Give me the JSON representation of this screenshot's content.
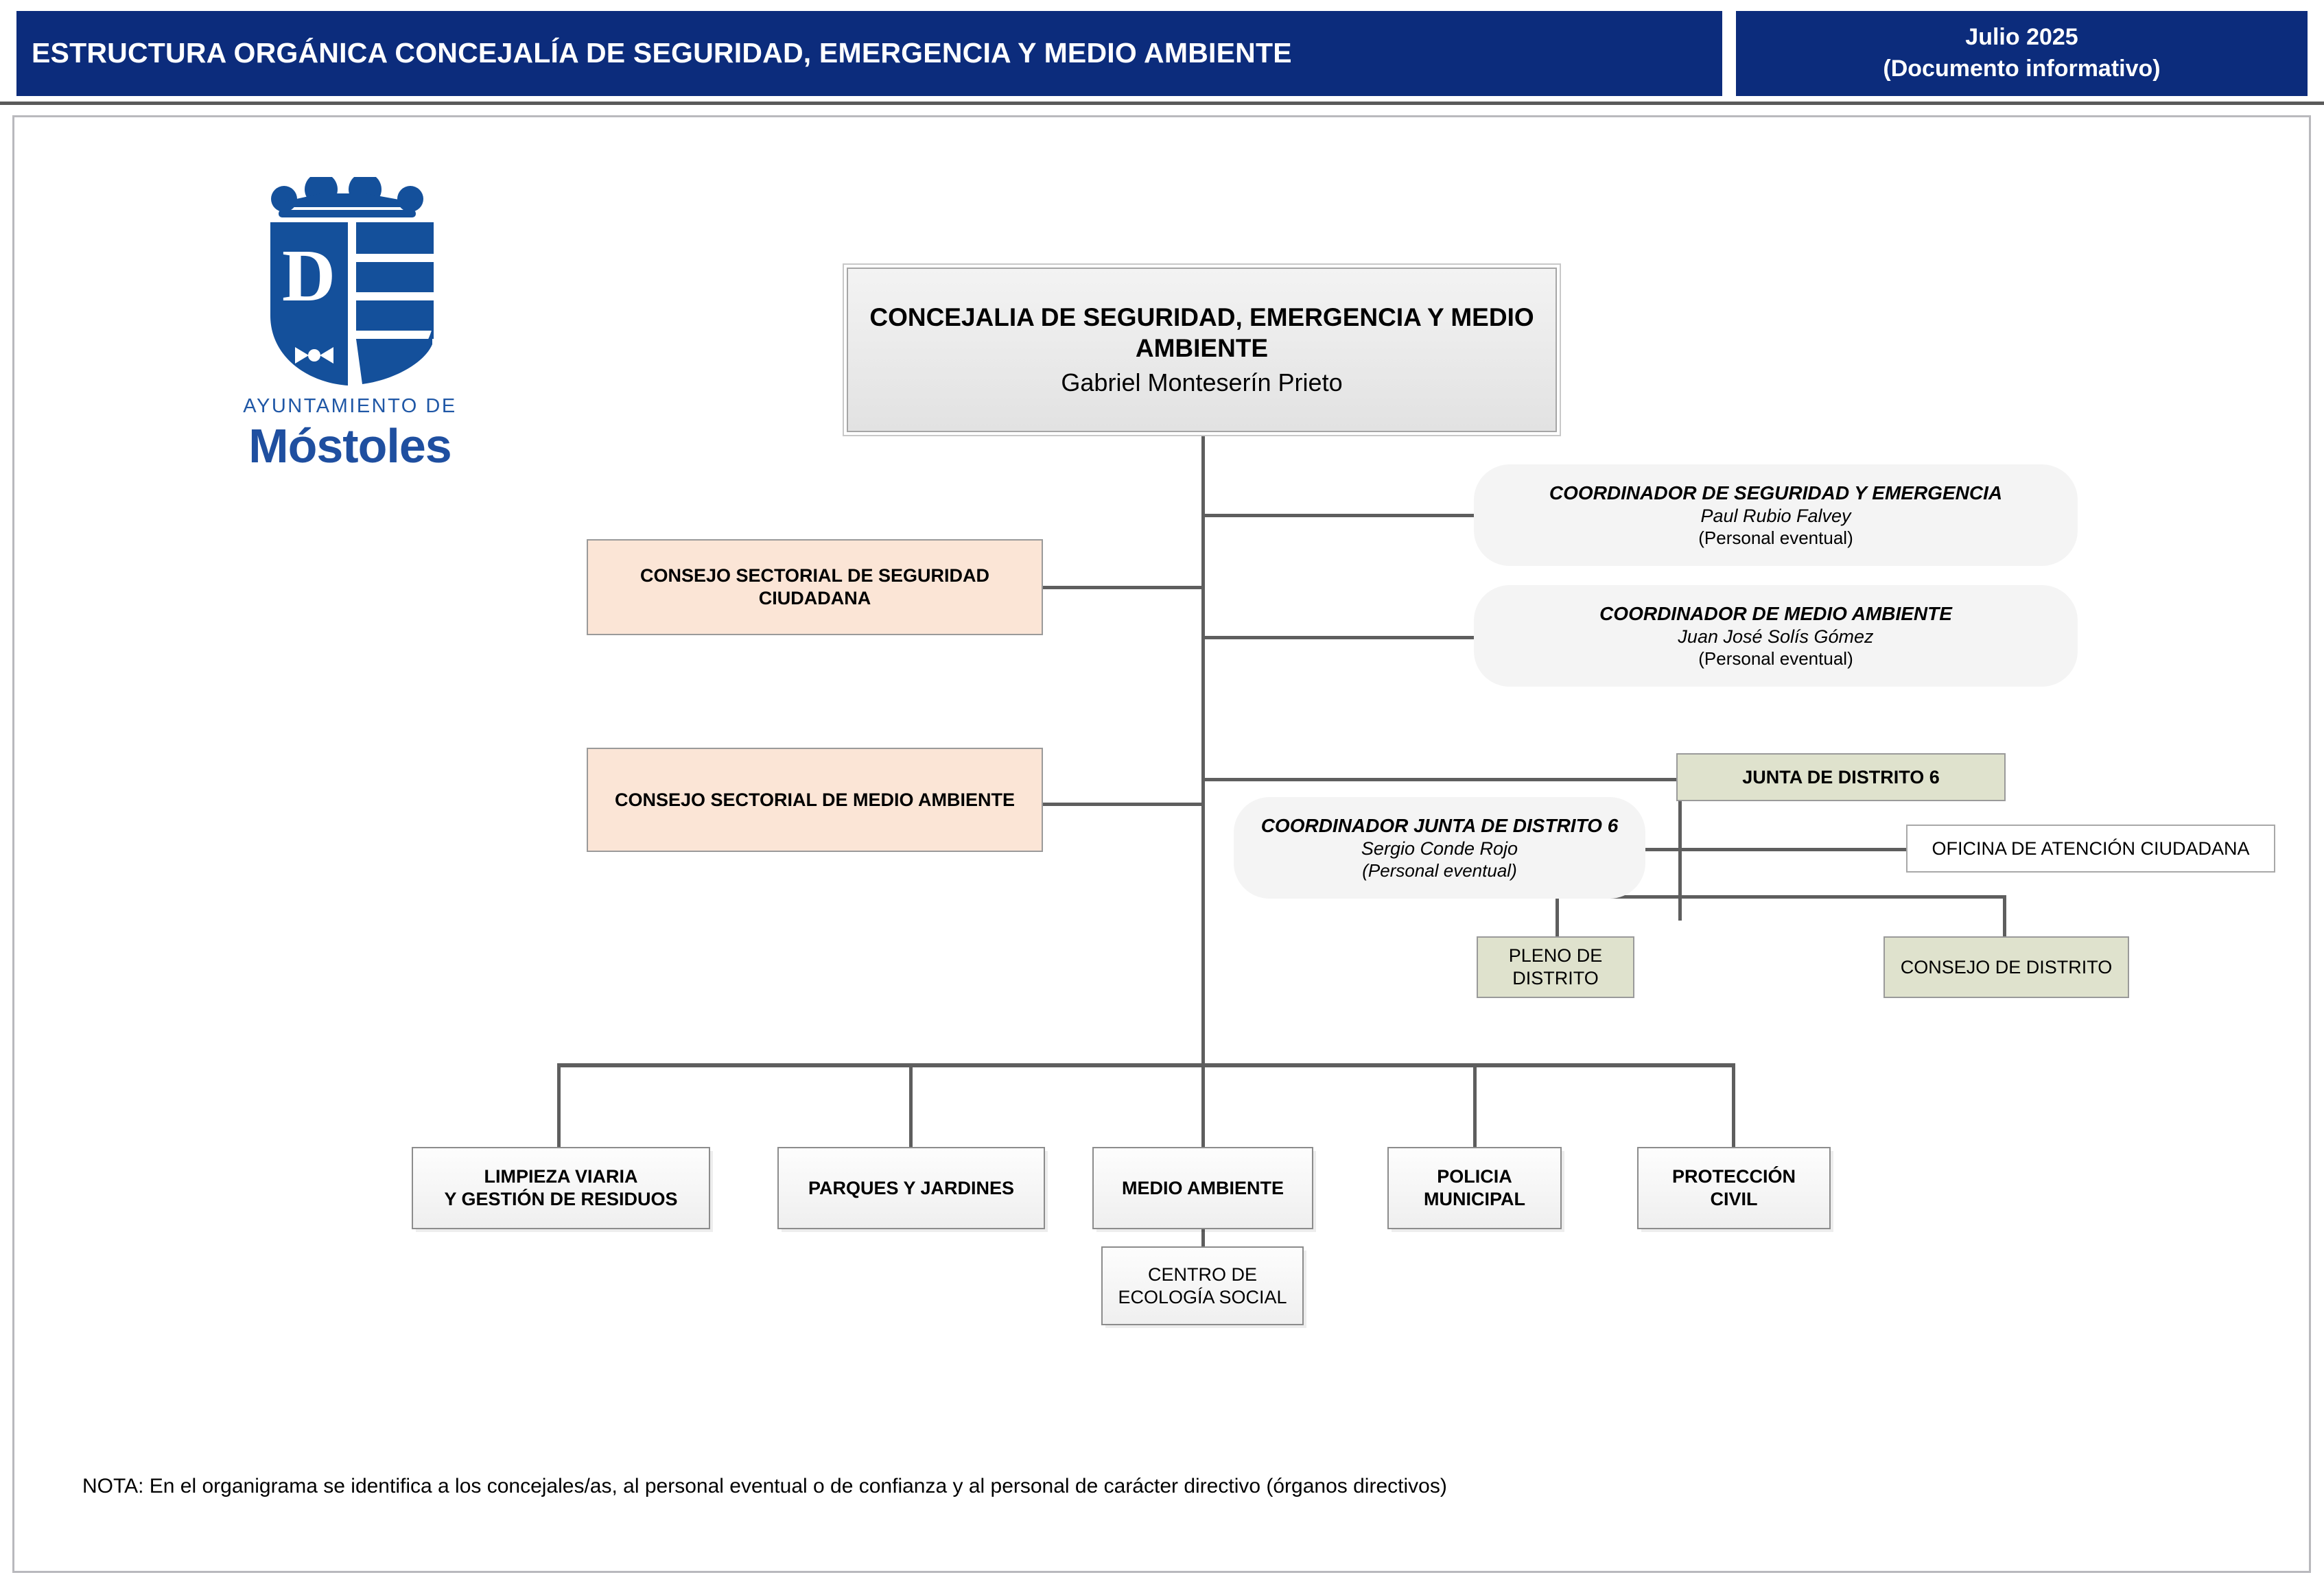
{
  "header": {
    "title": "ESTRUCTURA ORGÁNICA CONCEJALÍA DE SEGURIDAD, EMERGENCIA Y MEDIO AMBIENTE",
    "date": "Julio 2025",
    "subtitle": "(Documento informativo)",
    "bg_color": "#0c2c7c"
  },
  "logo": {
    "line1": "AYUNTAMIENTO DE",
    "line2": "Móstoles",
    "color": "#1f4fa0"
  },
  "org": {
    "root": {
      "title": "CONCEJALIA DE SEGURIDAD, EMERGENCIA Y MEDIO AMBIENTE",
      "person": "Gabriel Monteserín Prieto"
    },
    "councils": [
      {
        "label": "CONSEJO SECTORIAL DE SEGURIDAD CIUDADANA",
        "color": "#fbe5d6"
      },
      {
        "label": "CONSEJO SECTORIAL DE MEDIO AMBIENTE",
        "color": "#fbe5d6"
      }
    ],
    "coordinators": [
      {
        "title": "COORDINADOR DE SEGURIDAD Y EMERGENCIA",
        "person": "Paul Rubio Falvey",
        "staff": "(Personal eventual)"
      },
      {
        "title": "COORDINADOR DE MEDIO AMBIENTE",
        "person": "Juan José Solís Gómez",
        "staff": "(Personal eventual)"
      },
      {
        "title": "COORDINADOR JUNTA DE DISTRITO 6",
        "person": "Sergio Conde Rojo",
        "staff": "(Personal eventual)"
      }
    ],
    "district": {
      "board": "JUNTA DE DISTRITO 6",
      "office": "OFICINA DE ATENCIÓN CIUDADANA",
      "children": [
        {
          "label": "PLENO DE DISTRITO"
        },
        {
          "label": "CONSEJO DE DISTRITO"
        }
      ],
      "color": "#dfe2cd"
    },
    "departments": [
      {
        "line1": "LIMPIEZA VIARIA",
        "line2": "Y GESTIÓN DE RESIDUOS"
      },
      {
        "line1": "PARQUES Y JARDINES",
        "line2": ""
      },
      {
        "line1": "MEDIO AMBIENTE",
        "line2": ""
      },
      {
        "line1": "POLICIA",
        "line2": "MUNICIPAL"
      },
      {
        "line1": "PROTECCIÓN",
        "line2": "CIVIL"
      }
    ],
    "sub_department": {
      "line1": "CENTRO DE",
      "line2": "ECOLOGÍA SOCIAL"
    }
  },
  "note": "NOTA: En el organigrama se identifica a los concejales/as, al personal eventual o de confianza y al personal de carácter directivo (órganos directivos)"
}
